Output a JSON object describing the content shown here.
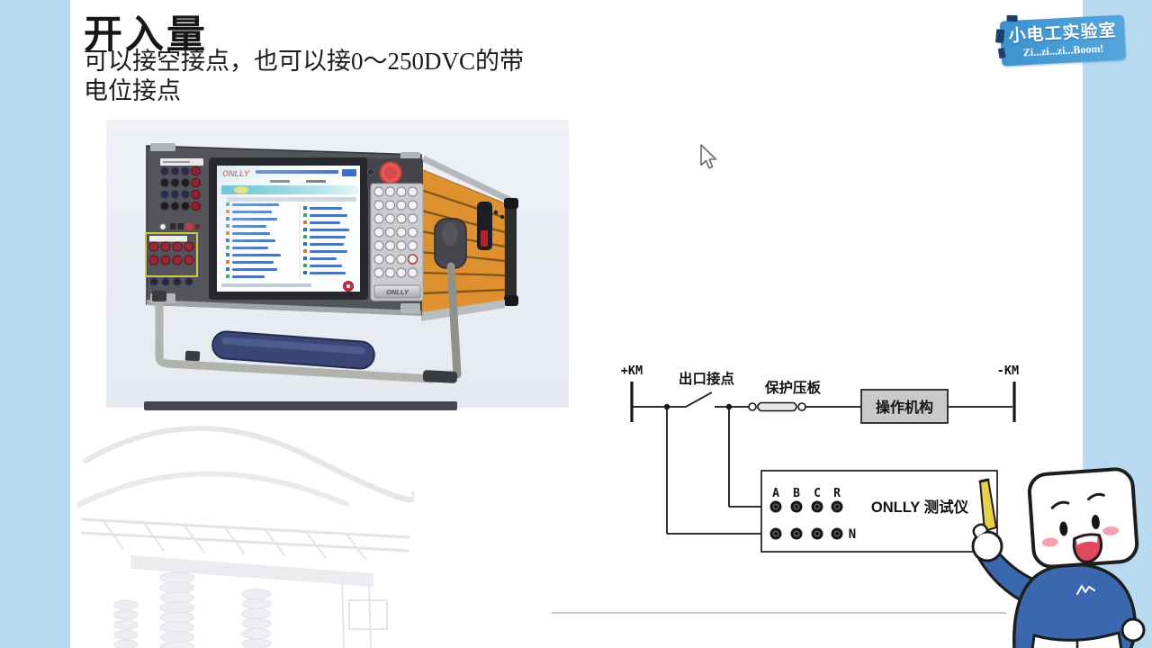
{
  "page": {
    "bg_color": "#ffffff",
    "side_strip_color": "#b8daf0",
    "separator_color": "#c7c7cd"
  },
  "header": {
    "title": "开入量",
    "subtitle_line1": "可以接空接点，也可以接0～250DVC的带",
    "subtitle_line2": "电位接点"
  },
  "branding": {
    "name": "小电工实验室",
    "tagline": "Zi...zi...zi...Boom!",
    "badge_color": "#4398d3"
  },
  "device": {
    "brand_screen": "ONLLY",
    "brand_plate": "ONLLY",
    "panel_color": "#54555a",
    "side_color": "#df9130",
    "estop_color": "#e25757",
    "grip_color": "#3a4776"
  },
  "diagram": {
    "bus_positive": "+KM",
    "bus_negative": "-KM",
    "outlet_contact": "出口接点",
    "protection_plate": "保护压板",
    "operating_mechanism": "操作机构",
    "tester": "ONLLY 测试仪",
    "terminals_top": [
      "A",
      "B",
      "C",
      "R"
    ],
    "terminal_n": "N"
  },
  "mascot": {
    "shirt_color": "#3b67ae",
    "pencil_color": "#e7d04b"
  }
}
